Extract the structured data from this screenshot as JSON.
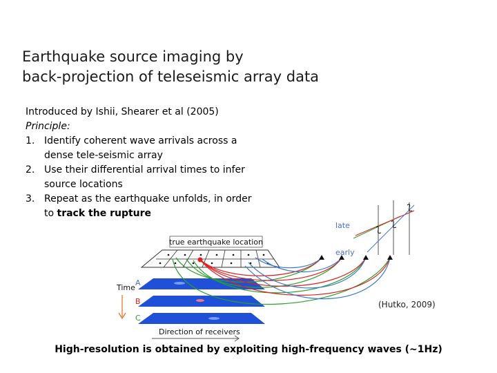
{
  "title": {
    "line1": "Earthquake source imaging by",
    "line2": "back-projection of teleseismic array data"
  },
  "body": {
    "intro": "Introduced by Ishii, Shearer et al (2005)",
    "principle": "Principle:",
    "items": [
      {
        "num": "1.",
        "line1": "Identify coherent wave arrivals across a",
        "line2": "dense tele-seismic array"
      },
      {
        "num": "2.",
        "line1": "Use their differential arrival times to infer",
        "line2": "source locations"
      },
      {
        "num": "3.",
        "line1": "Repeat as the earthquake unfolds, in order",
        "line2_prefix": "to ",
        "line2_bold": "track the rupture"
      }
    ]
  },
  "figure": {
    "true_location": "true earthquake location",
    "time_label": "Time",
    "panel_a": "A",
    "panel_b": "B",
    "panel_c": "C",
    "direction": "Direction of receivers",
    "late": "late",
    "early": "early",
    "colors": {
      "red": "#e02020",
      "green": "#2aa02a",
      "blue": "#3a78d0",
      "panel": "#2050d8",
      "label_blue": "#4a6fd8"
    }
  },
  "caption": "(Hutko, 2009)",
  "footer": "High-resolution is obtained by exploiting high-frequency waves (~1Hz)"
}
